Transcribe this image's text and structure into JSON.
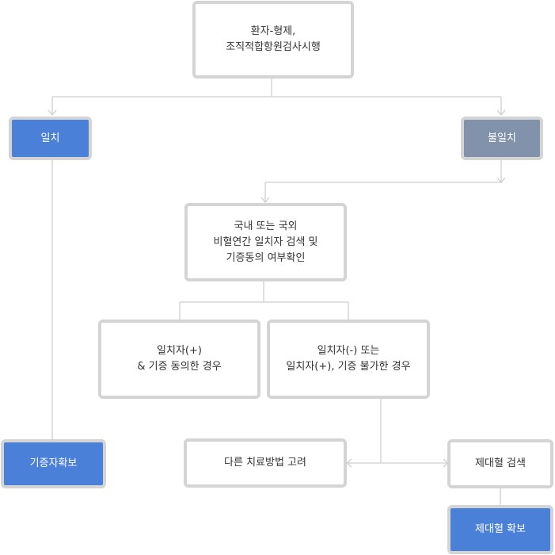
{
  "flowchart": {
    "start": {
      "lines": [
        "환자-형제,",
        "조직적합항원검사시행"
      ]
    },
    "match": {
      "label": "일치"
    },
    "mismatch": {
      "label": "불일치"
    },
    "registry_search": {
      "lines": [
        "국내 또는 국외",
        "비혈연간 일치자 검색 및",
        "기증동의 여부확인"
      ]
    },
    "case_positive": {
      "lines": [
        "일치자(+)",
        "& 기증 동의한 경우"
      ]
    },
    "case_negative": {
      "lines": [
        "일치자(-) 또는",
        "일치자(+), 기증 불가한 경우"
      ]
    },
    "donor_secured": {
      "label": "기증자확보"
    },
    "other_treatment": {
      "label": "다른 치료방법 고려"
    },
    "cord_blood_search": {
      "label": "제대혈 검색"
    },
    "cord_blood_secured": {
      "label": "제대혈 확보"
    }
  },
  "colors": {
    "accent_blue": "#4a80d8",
    "mismatch_gray": "#8292aa",
    "border": "#d4d4d4",
    "connector": "#cfcfcf"
  }
}
